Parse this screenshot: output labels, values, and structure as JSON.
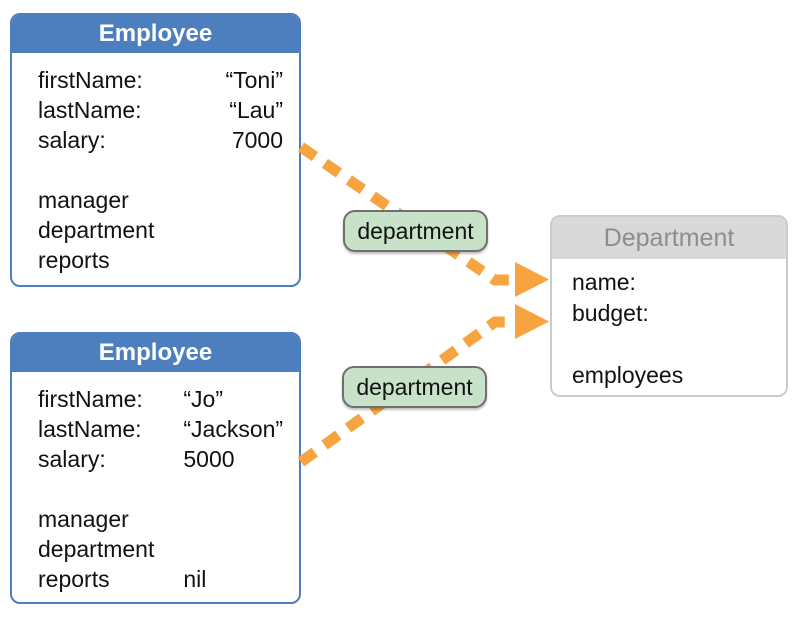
{
  "diagram": {
    "employee1": {
      "title": "Employee",
      "rows": [
        {
          "label": "firstName:",
          "value": "“Toni”"
        },
        {
          "label": "lastName:",
          "value": "“Lau”"
        },
        {
          "label": "salary:",
          "value": "7000"
        },
        {
          "label": "",
          "value": ""
        },
        {
          "label": "manager",
          "value": ""
        },
        {
          "label": "department",
          "value": ""
        },
        {
          "label": "reports",
          "value": ""
        }
      ]
    },
    "employee2": {
      "title": "Employee",
      "rows": [
        {
          "label": "firstName:",
          "value": "“Jo”"
        },
        {
          "label": "lastName:",
          "value": "“Jackson”"
        },
        {
          "label": "salary:",
          "value": "5000"
        },
        {
          "label": "",
          "value": ""
        },
        {
          "label": "manager",
          "value": ""
        },
        {
          "label": "department",
          "value": ""
        },
        {
          "label": "reports",
          "value": "nil"
        }
      ]
    },
    "department": {
      "title": "Department",
      "rows": [
        {
          "label": "name:"
        },
        {
          "label": "budget:"
        },
        {
          "label": ""
        },
        {
          "label": "employees"
        }
      ]
    },
    "edges": [
      {
        "label": "department"
      },
      {
        "label": "department"
      }
    ],
    "colors": {
      "employee_header_bg": "#4d7ebe",
      "employee_header_text": "#ffffff",
      "employee_border": "#4d7ebe",
      "department_header_bg": "#d9d9d9",
      "department_header_text": "#8d8d8d",
      "department_border": "#cbcbcb",
      "arrow": "#f7a440",
      "edge_label_bg": "#c8e2c9",
      "edge_label_border": "#6f6f6f",
      "body_text": "#111111"
    }
  }
}
